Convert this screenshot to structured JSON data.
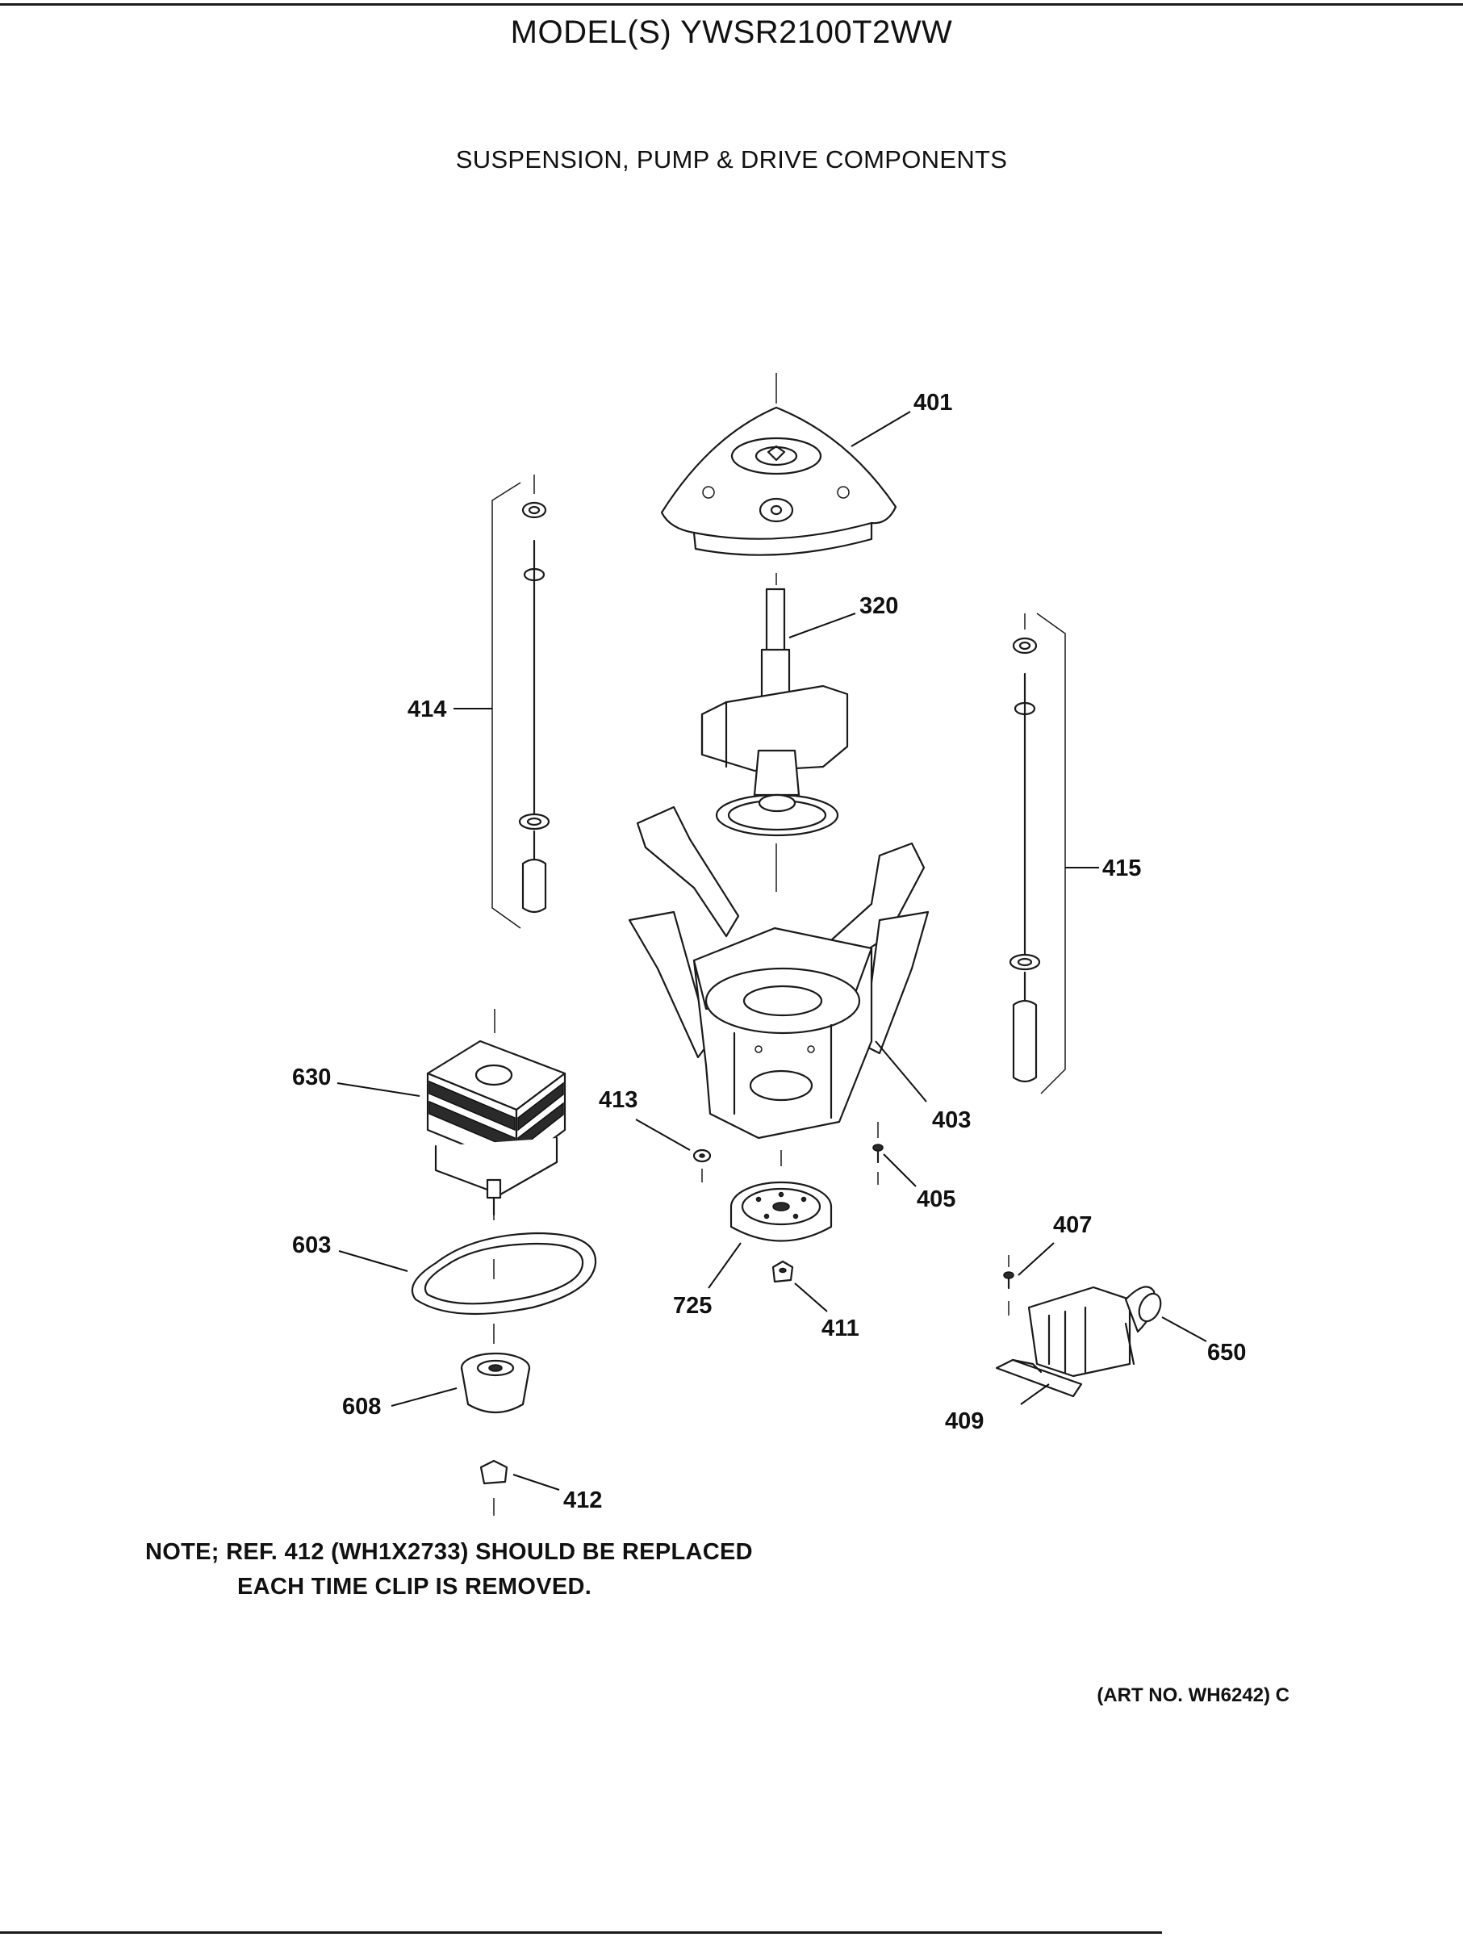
{
  "header": {
    "model_title": "MODEL(S) YWSR2100T2WW",
    "section_title": "SUSPENSION, PUMP & DRIVE COMPONENTS"
  },
  "parts": {
    "p401": "401",
    "p320": "320",
    "p414": "414",
    "p415": "415",
    "p630": "630",
    "p413": "413",
    "p403": "403",
    "p405": "405",
    "p407": "407",
    "p603": "603",
    "p725": "725",
    "p411": "411",
    "p650": "650",
    "p608": "608",
    "p409": "409",
    "p412": "412"
  },
  "note": {
    "line1": "NOTE; REF. 412 (WH1X2733) SHOULD BE REPLACED",
    "line2": "EACH TIME CLIP IS REMOVED."
  },
  "footer": {
    "art_no": "(ART NO. WH6242) C"
  }
}
